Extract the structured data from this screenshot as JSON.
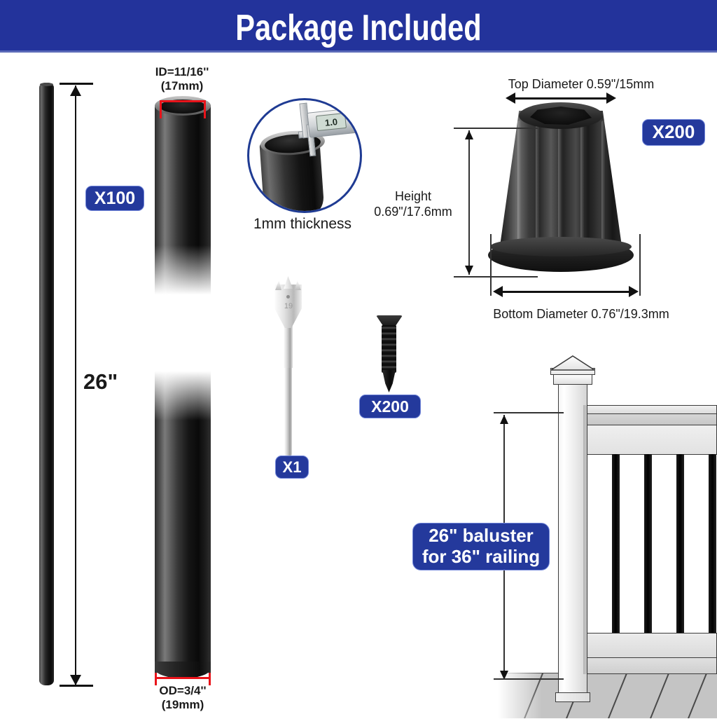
{
  "header": {
    "title": "Package Included"
  },
  "baluster": {
    "height_label": "26\"",
    "quantity_badge": "X100"
  },
  "tube_detail": {
    "inner_diameter_line1": "ID=11/16''",
    "inner_diameter_line2": "(17mm)",
    "outer_diameter_line1": "OD=3/4''",
    "outer_diameter_line2": "(19mm)"
  },
  "thickness_detail": {
    "caliper_reading": "1.0",
    "caption": "1mm thickness"
  },
  "connector": {
    "top_diameter": "Top Diameter 0.59\"/15mm",
    "height_line1": "Height",
    "height_line2": "0.69\"/17.6mm",
    "bottom_diameter": "Bottom Diameter 0.76\"/19.3mm",
    "quantity_badge": "X200"
  },
  "drill_bit": {
    "size_marking": "19",
    "quantity_badge": "X1"
  },
  "screw": {
    "quantity_badge": "X200"
  },
  "railing": {
    "callout_line1": "26\" baluster",
    "callout_line2": "for 36\" railing"
  },
  "colors": {
    "brand_blue": "#23339b",
    "badge_blue": "#24399c",
    "badge_border": "#6f84d8",
    "dimension_red": "#e8131a",
    "circle_outline": "#1f3b93"
  }
}
